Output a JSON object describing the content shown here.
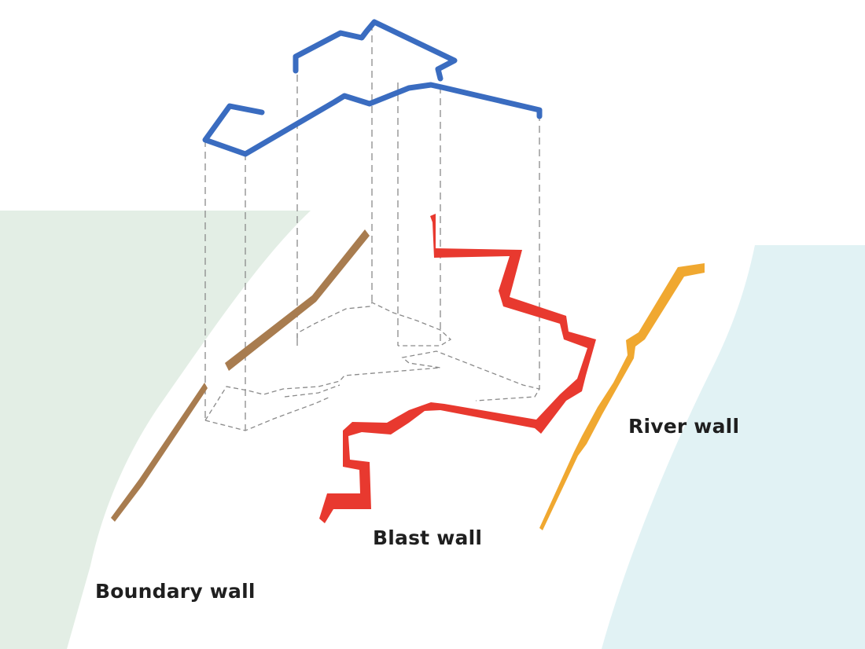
{
  "labels": {
    "boundary_wall": "Boundary wall",
    "blast_wall": "Blast wall",
    "river_wall": "River wall"
  },
  "colors": {
    "boundary_wall": "#a87c4f",
    "blast_wall": "#e8392f",
    "river_wall": "#f0a830",
    "roof_outline": "#3a6cc0",
    "green_area": "#e3eee5",
    "river_water": "#e1f2f4",
    "projection_lines": "#8a8a8a"
  }
}
